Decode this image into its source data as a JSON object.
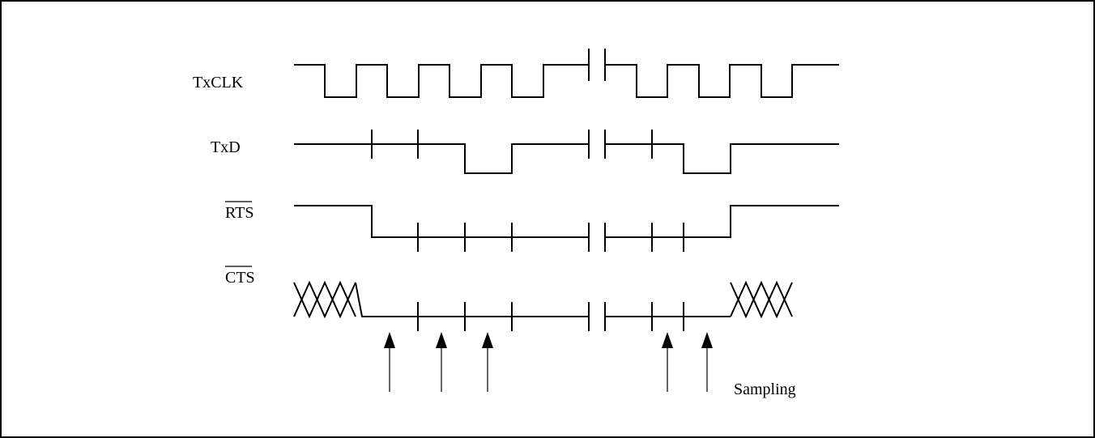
{
  "signals": [
    {
      "id": "txclk",
      "label": "TxCLK",
      "overline": false
    },
    {
      "id": "txd",
      "label": "TxD",
      "overline": false
    },
    {
      "id": "rts",
      "label": "RTS",
      "overline": true
    },
    {
      "id": "cts",
      "label": "CTS",
      "overline": true
    }
  ],
  "annotation": {
    "sampling": "Sampling"
  }
}
